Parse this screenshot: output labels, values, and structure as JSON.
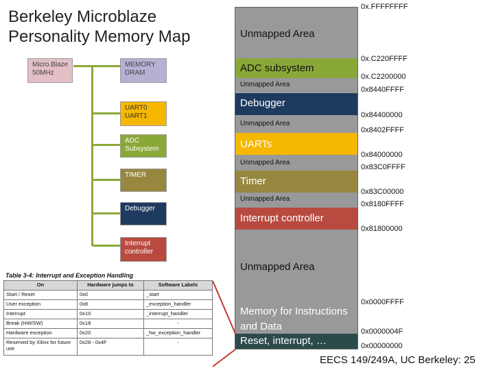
{
  "title": "Berkeley Microblaze Personality Memory Map",
  "blocks": {
    "microblaze": "Micro.Blaze 50MHz",
    "memory": "MEMORY DRAM",
    "uart": "UART0 UART1",
    "adc": "ADC Subsystem",
    "timer": "TIMER",
    "debugger": "Debugger",
    "interrupt": "Interrupt controller"
  },
  "memory_map": [
    {
      "label": "Unmapped Area",
      "color": "#999999"
    },
    {
      "label": "ADC subsystem",
      "color": "#8aa838"
    },
    {
      "label": "Unmapped Area",
      "color": "#999999"
    },
    {
      "label": "Debugger",
      "color": "#1f3a5f"
    },
    {
      "label": "Unmapped Area",
      "color": "#999999"
    },
    {
      "label": "UARTs",
      "color": "#f5b700"
    },
    {
      "label": "Unmapped Area",
      "color": "#999999"
    },
    {
      "label": "Timer",
      "color": "#98873f"
    },
    {
      "label": "Unmapped Area",
      "color": "#999999"
    },
    {
      "label": "Interrupt controller",
      "color": "#b84a40"
    },
    {
      "label": "Unmapped Area",
      "color": "#999999"
    },
    {
      "label": "Memory for Instructions and Data",
      "color": "#999999"
    },
    {
      "label": "Reset, interrupt, …",
      "color": "#2d4a4a"
    }
  ],
  "addresses": {
    "a0": "0x.FFFFFFFF",
    "a1": "0x.C220FFFF",
    "a2": "0x.C2200000",
    "a3": "0x8440FFFF",
    "a4": "0x84400000",
    "a5": "0x8402FFFF",
    "a6": "0x84000000",
    "a7": "0x83C0FFFF",
    "a8": "0x83C00000",
    "a9": "0x8180FFFF",
    "a10": "0x81800000",
    "a11": "0x0000FFFF",
    "a12": "0x0000004F",
    "a13": "0x00000000"
  },
  "table": {
    "caption": "Table 3-4:  Interrupt and Exception Handling",
    "headers": [
      "On",
      "Hardware jumps to",
      "Software Labels"
    ],
    "rows": [
      [
        "Start / Reset",
        "0x0",
        "_start"
      ],
      [
        "User exception",
        "0x8",
        "_exception_handler"
      ],
      [
        "Interrupt",
        "0x10",
        "_interrupt_handler"
      ],
      [
        "Break (HW/SW)",
        "0x18",
        "-"
      ],
      [
        "Hardware exception",
        "0x20",
        "_hw_exception_handler"
      ],
      [
        "Reserved by Xilinx for future use",
        "0x28 - 0x4F",
        "-"
      ]
    ]
  },
  "footer": "EECS 149/249A, UC Berkeley: 25"
}
